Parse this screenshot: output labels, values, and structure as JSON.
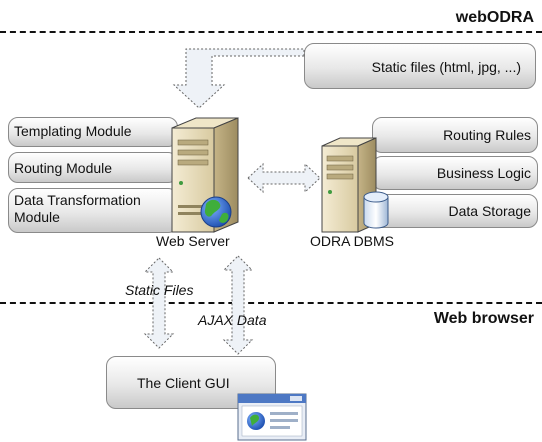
{
  "sections": {
    "top_title": "webODRA",
    "bottom_title": "Web browser"
  },
  "web_server": {
    "modules": [
      "Templating Module",
      "Routing Module",
      "Data Transformation Module"
    ],
    "caption": "Web Server"
  },
  "odra": {
    "modules": [
      "Routing Rules",
      "Business Logic",
      "Data Storage"
    ],
    "caption": "ODRA DBMS"
  },
  "static_files_box": "Static files (html, jpg, ...)",
  "flow_labels": {
    "static_files": "Static Files",
    "ajax_data": "AJAX Data"
  },
  "client_box": "The Client GUI",
  "icons": [
    "server-icon",
    "globe-icon",
    "database-icon",
    "browser-window-icon"
  ],
  "colors": {
    "arrow_fill": "#eef2f7",
    "arrow_stroke": "#666666",
    "globe_blue": "#2b66c9",
    "globe_green": "#3fae3a"
  }
}
